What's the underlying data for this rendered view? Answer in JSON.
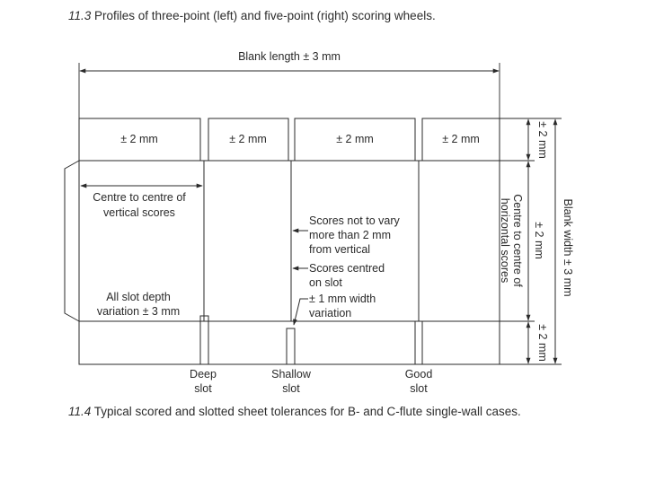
{
  "captions": {
    "top": {
      "number": "11.3",
      "text": " Profiles of three-point (left) and five-point (right) scoring wheels."
    },
    "bottom": {
      "number": "11.4",
      "text": " Typical scored and slotted sheet tolerances for B- and C-flute single-wall cases."
    }
  },
  "diagram": {
    "blank_length": "Blank length ± 3 mm",
    "flap_tolerances": [
      "± 2 mm",
      "± 2 mm",
      "± 2 mm",
      "± 2 mm"
    ],
    "centre_vertical": [
      "Centre to centre of",
      "vertical scores"
    ],
    "slot_depth": [
      "All slot depth",
      "variation ± 3 mm"
    ],
    "scores_vary": [
      "Scores not to vary",
      "more than 2 mm",
      "from vertical"
    ],
    "scores_centred": [
      "Scores centred",
      "on slot"
    ],
    "width_variation": [
      "± 1 mm width",
      "variation"
    ],
    "slot_labels": {
      "deep": [
        "Deep",
        "slot"
      ],
      "shallow": [
        "Shallow",
        "slot"
      ],
      "good": [
        "Good",
        "slot"
      ]
    },
    "right_dims": {
      "top": "± 2 mm",
      "middle": "± 2 mm",
      "bottom": "± 2 mm",
      "centre_horizontal": [
        "Centre to centre of",
        "horizontal scores"
      ],
      "blank_width": "Blank width ± 3 mm"
    }
  }
}
